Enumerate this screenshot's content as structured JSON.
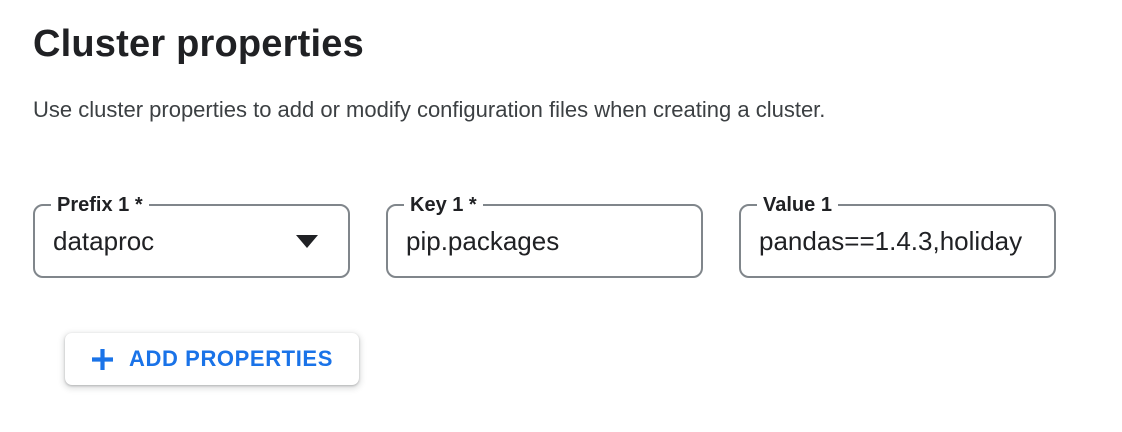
{
  "page": {
    "title": "Cluster properties",
    "description": "Use cluster properties to add or modify configuration files when creating a cluster."
  },
  "colors": {
    "accent_blue": "#1a73e8",
    "text_primary": "#202124",
    "text_secondary": "#3c4043",
    "field_border": "#80868b"
  },
  "fields": [
    {
      "label": "Prefix 1 *",
      "value": "dataproc",
      "type": "select",
      "icon": "dropdown-arrow-icon"
    },
    {
      "label": "Key 1 *",
      "value": "pip.packages",
      "type": "text"
    },
    {
      "label": "Value 1",
      "value": "pandas==1.4.3,holiday",
      "type": "text"
    }
  ],
  "buttons": {
    "add_properties": {
      "label": "ADD PROPERTIES",
      "icon": "plus-icon"
    }
  }
}
